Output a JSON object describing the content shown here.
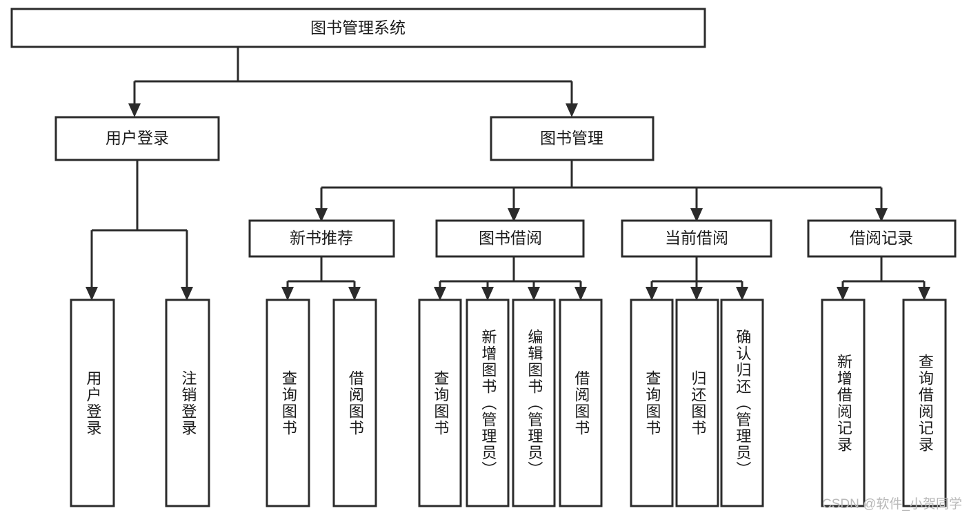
{
  "diagram": {
    "type": "tree",
    "title": "图书管理系统",
    "orientation": "top-down",
    "colors": {
      "box_stroke": "#2b2b2b",
      "box_fill": "#ffffff",
      "text": "#1b1b1b",
      "background": "#ffffff",
      "watermark": "#b9b9b9"
    },
    "levels": {
      "root": "图书管理系统",
      "level2": [
        "用户登录",
        "图书管理"
      ],
      "level3": [
        "新书推荐",
        "图书借阅",
        "当前借阅",
        "借阅记录"
      ]
    },
    "nodes": {
      "root": {
        "label": "图书管理系统"
      },
      "user_login": {
        "label": "用户登录"
      },
      "book_manage": {
        "label": "图书管理"
      },
      "new_book_rec": {
        "label": "新书推荐"
      },
      "book_borrow": {
        "label": "图书借阅"
      },
      "current_borrow": {
        "label": "当前借阅"
      },
      "borrow_record": {
        "label": "借阅记录"
      }
    },
    "leaves": {
      "user_login": [
        {
          "label": "用户登录"
        },
        {
          "label": "注销登录"
        }
      ],
      "new_book_rec": [
        {
          "label": "查询图书"
        },
        {
          "label": "借阅图书"
        }
      ],
      "book_borrow": [
        {
          "label": "查询图书"
        },
        {
          "label": "新增图书（管理员）"
        },
        {
          "label": "编辑图书（管理员）"
        },
        {
          "label": "借阅图书"
        }
      ],
      "current_borrow": [
        {
          "label": "查询图书"
        },
        {
          "label": "归还图书"
        },
        {
          "label": "确认归还（管理员）"
        }
      ],
      "borrow_record": [
        {
          "label": "新增借阅记录"
        },
        {
          "label": "查询借阅记录"
        }
      ]
    },
    "edges": [
      {
        "from": "图书管理系统",
        "to": "用户登录"
      },
      {
        "from": "图书管理系统",
        "to": "图书管理"
      },
      {
        "from": "图书管理",
        "to": "新书推荐"
      },
      {
        "from": "图书管理",
        "to": "图书借阅"
      },
      {
        "from": "图书管理",
        "to": "当前借阅"
      },
      {
        "from": "图书管理",
        "to": "借阅记录"
      },
      {
        "from": "用户登录",
        "to": "用户登录"
      },
      {
        "from": "用户登录",
        "to": "注销登录"
      },
      {
        "from": "新书推荐",
        "to": "查询图书"
      },
      {
        "from": "新书推荐",
        "to": "借阅图书"
      },
      {
        "from": "图书借阅",
        "to": "查询图书"
      },
      {
        "from": "图书借阅",
        "to": "新增图书（管理员）"
      },
      {
        "from": "图书借阅",
        "to": "编辑图书（管理员）"
      },
      {
        "from": "图书借阅",
        "to": "借阅图书"
      },
      {
        "from": "当前借阅",
        "to": "查询图书"
      },
      {
        "from": "当前借阅",
        "to": "归还图书"
      },
      {
        "from": "当前借阅",
        "to": "确认归还（管理员）"
      },
      {
        "from": "借阅记录",
        "to": "新增借阅记录"
      },
      {
        "from": "借阅记录",
        "to": "查询借阅记录"
      }
    ]
  },
  "watermark": {
    "text": "CSDN @软件_小贺同学"
  }
}
